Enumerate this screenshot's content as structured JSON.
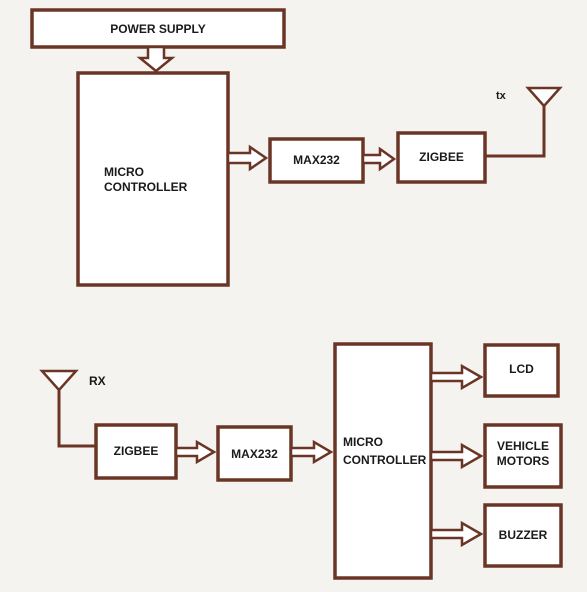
{
  "transmitter": {
    "power_supply": "POWER SUPPLY",
    "mc_line1": "MICRO",
    "mc_line2": "CONTROLLER",
    "max232": "MAX232",
    "zigbee": "ZIGBEE",
    "antenna_label": "tx"
  },
  "receiver": {
    "antenna_label": "RX",
    "zigbee": "ZIGBEE",
    "max232": "MAX232",
    "mc_line1": "MICRO",
    "mc_line2": "CONTROLLER",
    "lcd": "LCD",
    "motors_line1": "VEHICLE",
    "motors_line2": "MOTORS",
    "buzzer": "BUZZER"
  },
  "colors": {
    "stroke": "#6b3526",
    "box_fill": "#ffffff",
    "background": "#f4f3f0",
    "text": "#1a1a1a"
  }
}
